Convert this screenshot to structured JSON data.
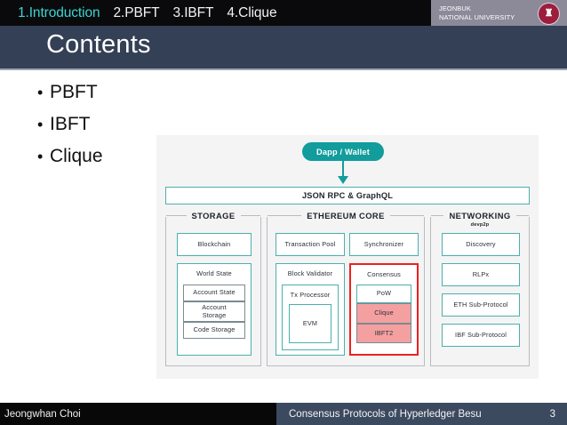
{
  "nav": {
    "items": [
      {
        "label": "1.Introduction",
        "active": true
      },
      {
        "label": "2.PBFT",
        "active": false
      },
      {
        "label": "3.IBFT",
        "active": false
      },
      {
        "label": "4.Clique",
        "active": false
      }
    ],
    "active_color": "#3ad6cf",
    "bar_color": "#0a0a0d"
  },
  "brand": {
    "name": "JEONBUK\nNATIONAL UNIVERSITY",
    "emblem_glyph": "♜",
    "emblem_color": "#9c1d3c",
    "plate_color": "#8c8a99"
  },
  "slide": {
    "title": "Contents",
    "band_color": "#344055",
    "bullets": [
      {
        "marker": "•",
        "label": "PBFT"
      },
      {
        "marker": "•",
        "label": "IBFT"
      },
      {
        "marker": "•",
        "label": "Clique"
      }
    ]
  },
  "diagram": {
    "panel_bg": "#f4f4f5",
    "accent": "#129c9c",
    "box_border": "#4bb0ae",
    "highlight_border": "#ef1f1f",
    "highlight_fill": "#f4a0a0",
    "dapp": "Dapp / Wallet",
    "rpc": "JSON RPC & GraphQL",
    "sections": [
      {
        "title": "STORAGE",
        "subtitle": "",
        "boxes": [
          {
            "label": "Blockchain",
            "style": "plain"
          },
          {
            "label": "World State",
            "style": "plain"
          },
          {
            "label": "Account State",
            "style": "gray"
          },
          {
            "label": "Account\nStorage",
            "style": "gray"
          },
          {
            "label": "Code Storage",
            "style": "gray"
          }
        ]
      },
      {
        "title": "ETHEREUM CORE",
        "subtitle": "",
        "boxes": [
          {
            "label": "Transaction Pool",
            "style": "plain"
          },
          {
            "label": "Synchronizer",
            "style": "plain"
          },
          {
            "label": "Block Validator",
            "style": "plain"
          },
          {
            "label": "Tx Processor",
            "style": "plain"
          },
          {
            "label": "EVM",
            "style": "plain"
          },
          {
            "label": "Consensus",
            "style": "highlighted"
          },
          {
            "label": "PoW",
            "style": "plain"
          },
          {
            "label": "Clique",
            "style": "highlight-fill"
          },
          {
            "label": "IBFT2",
            "style": "highlight-fill"
          }
        ]
      },
      {
        "title": "NETWORKING",
        "subtitle": "devp2p",
        "boxes": [
          {
            "label": "Discovery",
            "style": "plain"
          },
          {
            "label": "RLPx",
            "style": "plain"
          },
          {
            "label": "ETH Sub-Protocol",
            "style": "plain"
          },
          {
            "label": "IBF Sub-Protocol",
            "style": "plain"
          }
        ]
      }
    ]
  },
  "footer": {
    "author": "Jeongwhan Choi",
    "title": "Consensus Protocols of Hyperledger Besu",
    "page": "3",
    "left_bg": "#080809",
    "right_bg": "#3c4a60"
  }
}
